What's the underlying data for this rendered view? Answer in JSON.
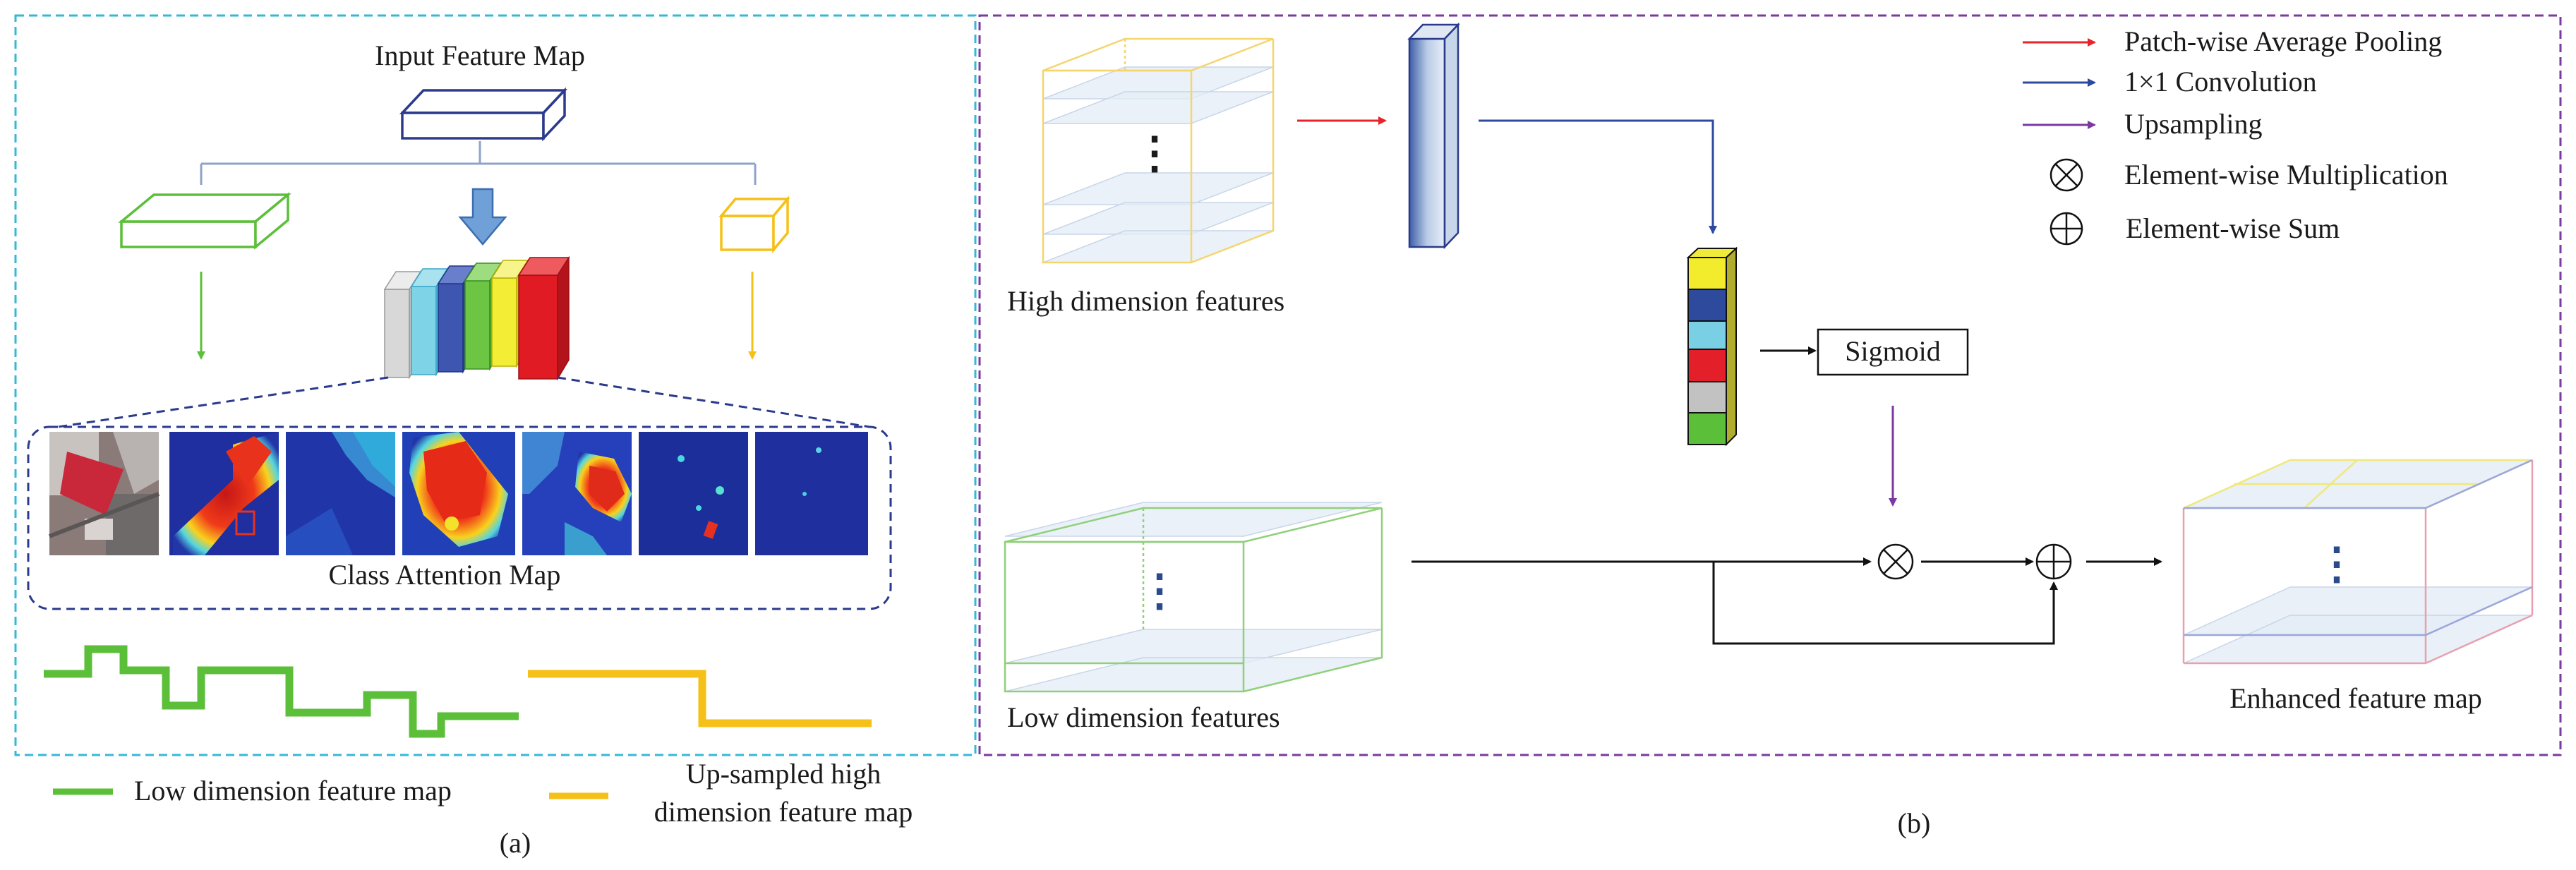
{
  "panel_a": {
    "input_label": "Input Feature Map",
    "attention_label": "Class Attention Map",
    "caption": "(a)"
  },
  "panel_b": {
    "high_label": "High dimension features",
    "low_label": "Low dimension features",
    "sigmoid_label": "Sigmoid",
    "output_label": "Enhanced feature map",
    "caption": "(b)",
    "dots": "⋮"
  },
  "legend_a": {
    "low": "Low dimension feature map",
    "high_line1": "Up-sampled high",
    "high_line2": "dimension feature map"
  },
  "legend_b": {
    "pooling": "Patch-wise Average Pooling",
    "conv": "1×1 Convolution",
    "upsampling": "Upsampling",
    "mult": "Element-wise Multiplication",
    "sum": "Element-wise Sum",
    "mult_symbol": "⊗",
    "sum_symbol": "⊕"
  },
  "colors": {
    "red_arrow": "#e8232a",
    "blue_arrow": "#2e4a9e",
    "purple_arrow": "#7a3aa0",
    "green": "#5cbf3a",
    "yellow": "#f5c018",
    "cyan_border": "#35b8d8",
    "purple_border": "#7a3aa0",
    "navy": "#2b3a8c"
  },
  "icons": {
    "down_arrow": "down-arrow-icon",
    "mult": "multiply-circle-icon",
    "sum": "plus-circle-icon"
  }
}
